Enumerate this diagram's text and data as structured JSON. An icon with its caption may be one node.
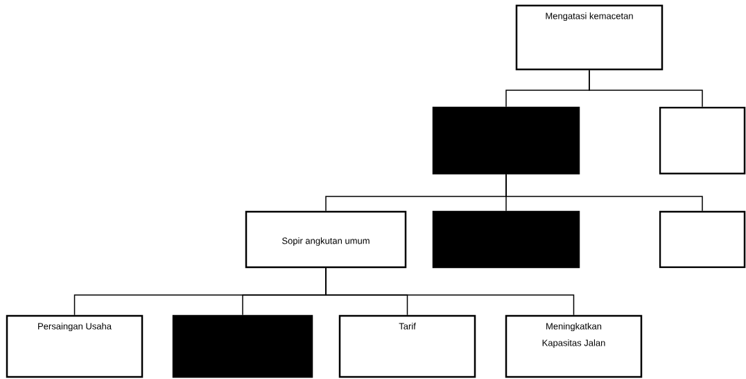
{
  "diagram": {
    "nodes": [
      {
        "text": [
          "Mengatasi kemacetan"
        ]
      },
      {
        "text": [],
        "shape": "box"
      },
      {
        "text": [],
        "shape": "box"
      },
      {
        "text": [
          "Sopir angkutan umum"
        ]
      },
      {
        "text": [],
        "shape": "box"
      },
      {
        "text": [],
        "shape": "box"
      },
      {
        "text": [
          "Persaingan Usaha"
        ]
      },
      {
        "text": [],
        "shape": "box"
      },
      {
        "text": [
          "Tarif"
        ]
      },
      {
        "text": [
          "Meningkatkan Kapasitas Jalan"
        ]
      }
    ],
    "edges": [
      {
        "from": 0,
        "to": 1,
        "arrow": "none"
      },
      {
        "from": 0,
        "to": 2,
        "arrow": "none"
      },
      {
        "from": 1,
        "to": 3,
        "arrow": "none"
      },
      {
        "from": 1,
        "to": 4,
        "arrow": "none"
      },
      {
        "from": 1,
        "to": 5,
        "arrow": "none"
      },
      {
        "from": 3,
        "to": 6,
        "arrow": "none"
      },
      {
        "from": 3,
        "to": 7,
        "arrow": "none"
      },
      {
        "from": 3,
        "to": 8,
        "arrow": "none"
      },
      {
        "from": 3,
        "to": 9,
        "arrow": "none"
      }
    ]
  }
}
